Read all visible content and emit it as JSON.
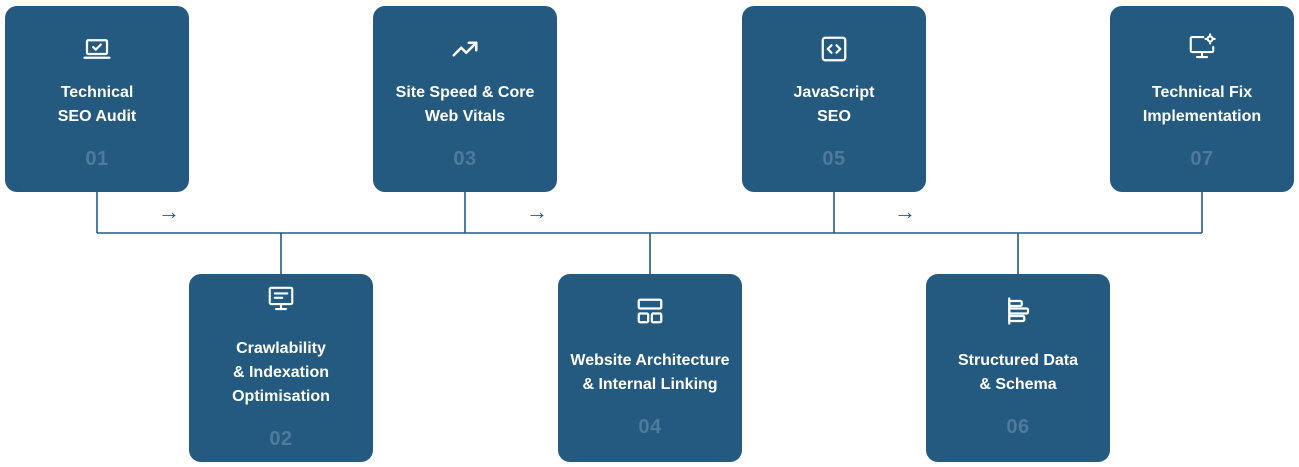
{
  "colors": {
    "card": "#255a80",
    "card_number": "#4e7a9b",
    "connector": "#255a80"
  },
  "arrows": [
    "→",
    "→",
    "→"
  ],
  "steps": [
    {
      "title": "Technical\nSEO Audit",
      "number": "01",
      "icon": "laptop-check-icon"
    },
    {
      "title": "Crawlability\n& Indexation\nOptimisation",
      "number": "02",
      "icon": "monitor-text-icon"
    },
    {
      "title": "Site Speed & Core\nWeb Vitals",
      "number": "03",
      "icon": "trending-up-icon"
    },
    {
      "title": "Website Architecture\n& Internal Linking",
      "number": "04",
      "icon": "layout-grid-icon"
    },
    {
      "title": "JavaScript\nSEO",
      "number": "05",
      "icon": "code-brackets-icon"
    },
    {
      "title": "Structured Data\n& Schema",
      "number": "06",
      "icon": "align-bars-icon"
    },
    {
      "title": "Technical Fix\nImplementation",
      "number": "07",
      "icon": "monitor-gear-icon"
    }
  ]
}
